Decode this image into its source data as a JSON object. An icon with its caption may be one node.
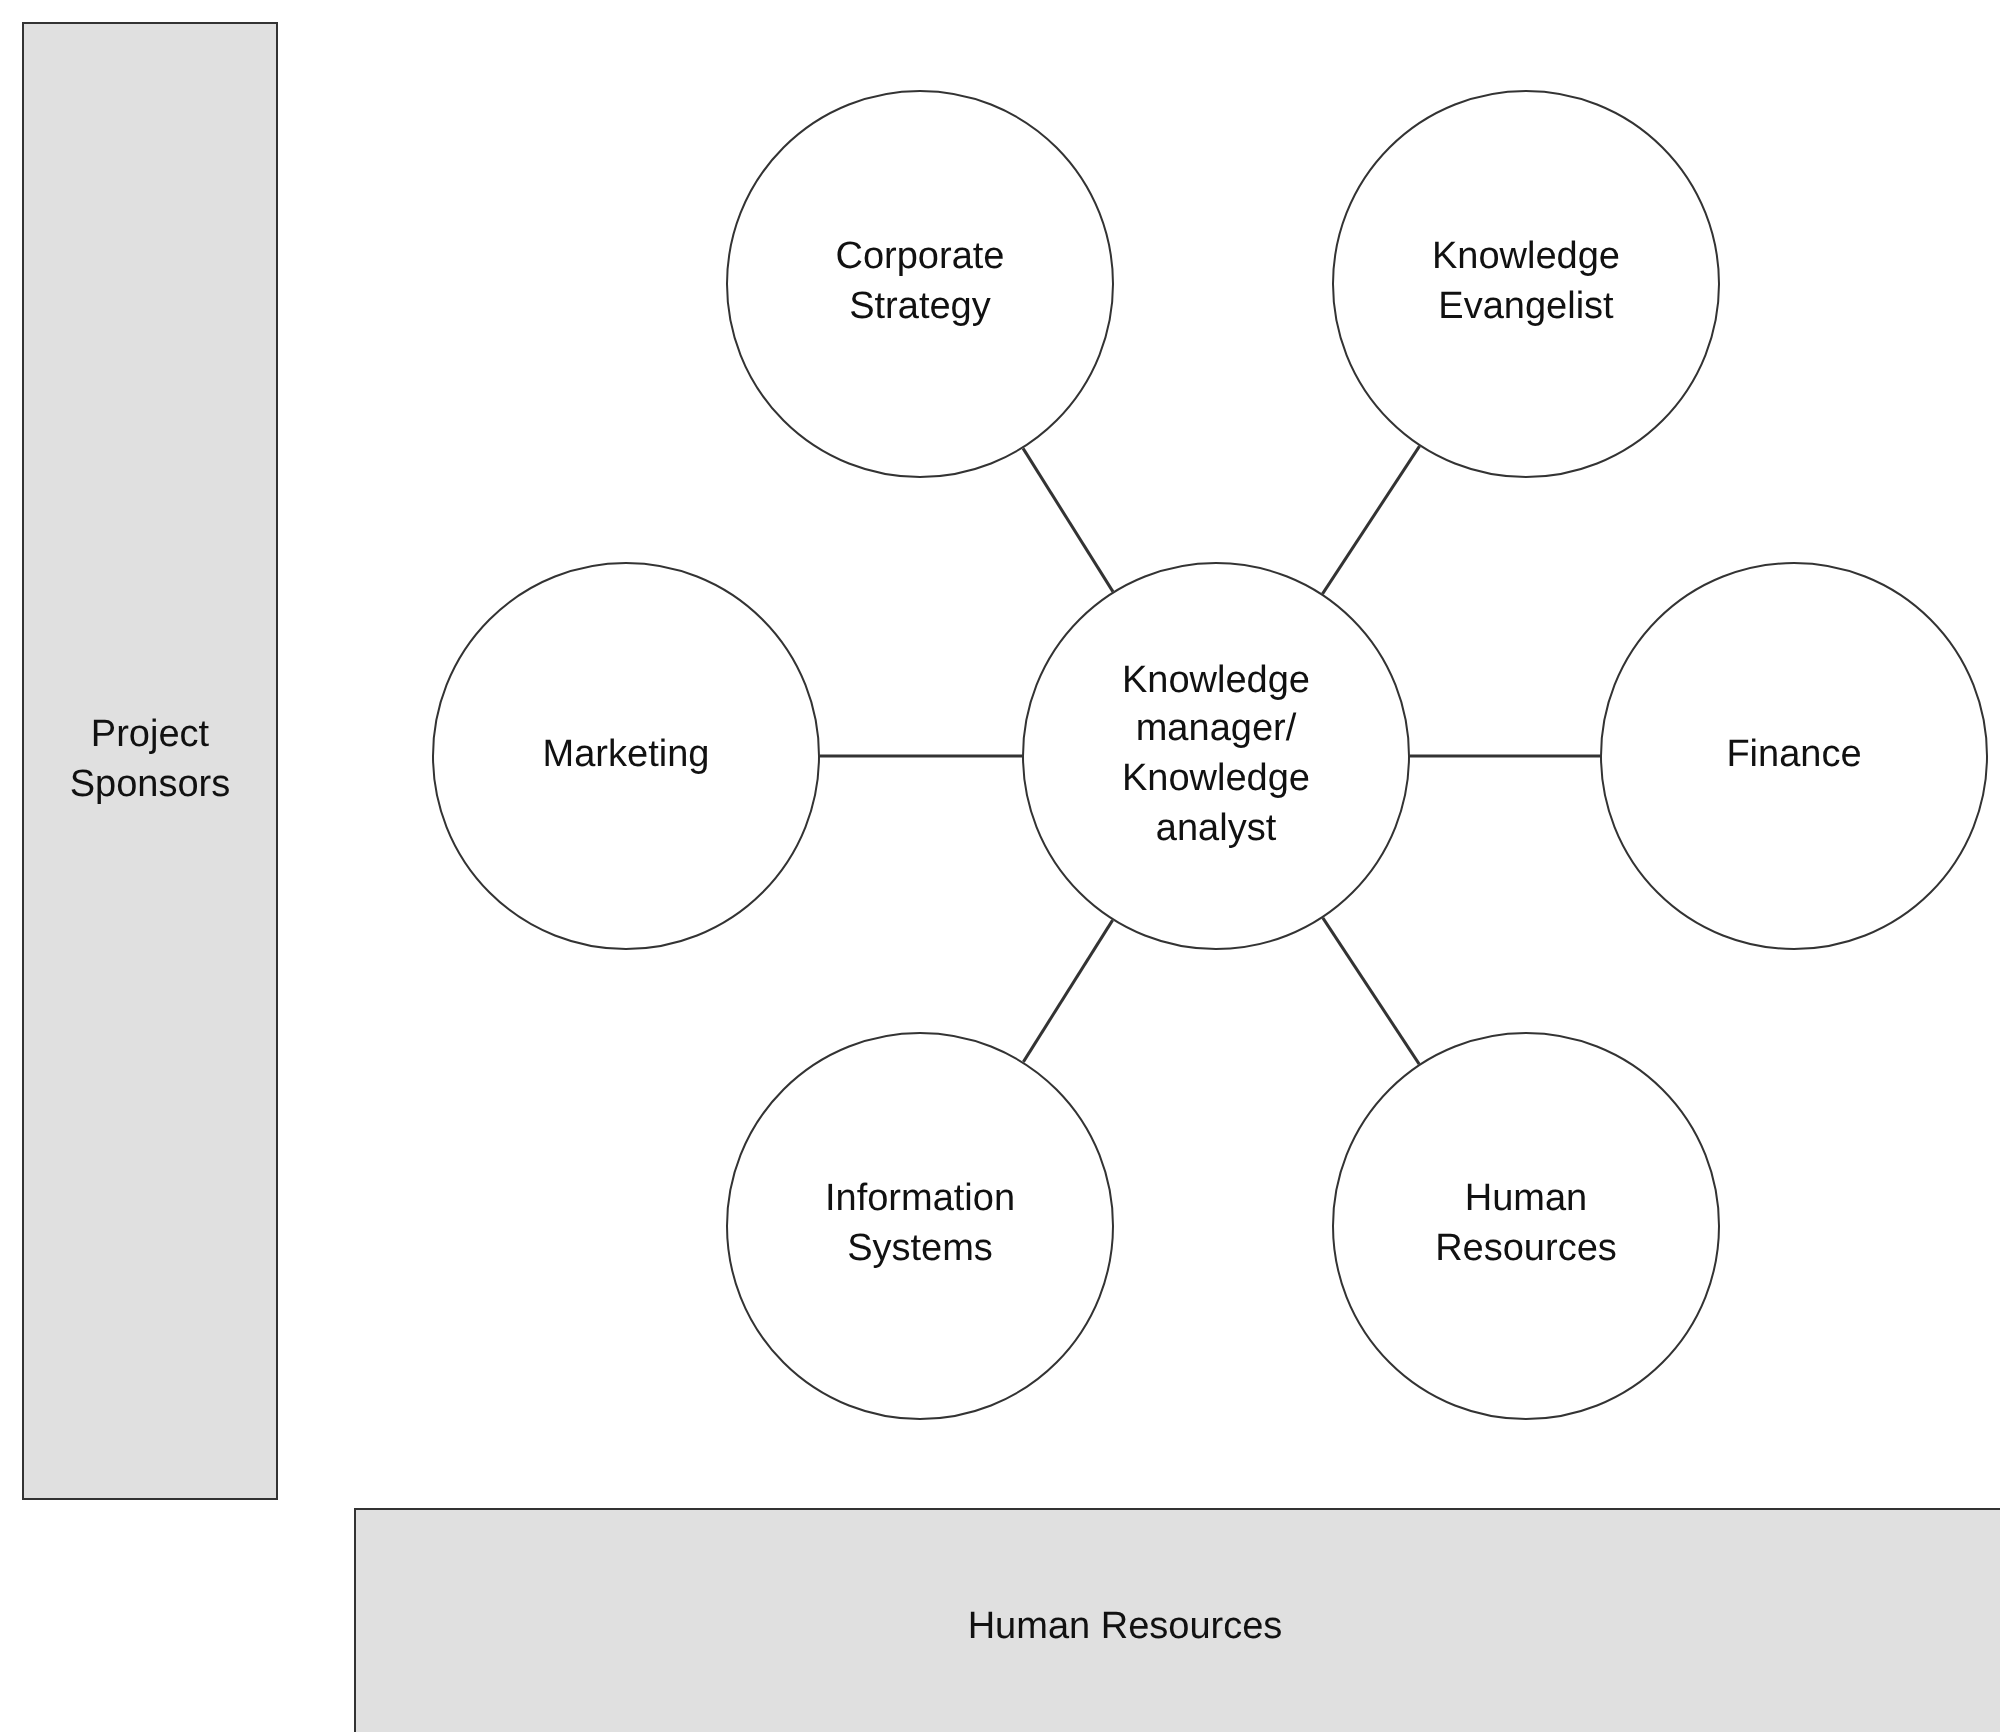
{
  "diagram": {
    "nodes": [
      {
        "text": [
          "Project Sponsors"
        ]
      },
      {
        "text": [
          "Corporate Strategy"
        ]
      },
      {
        "text": [
          "Knowledge Evangelist"
        ]
      },
      {
        "text": [
          "Marketing"
        ]
      },
      {
        "text": [
          "Knowledge manager/ Knowledge analyst"
        ]
      },
      {
        "text": [
          "Finance"
        ]
      },
      {
        "text": [
          "Information Systems"
        ]
      },
      {
        "text": [
          "Human Resources"
        ]
      },
      {
        "text": [
          "Human Resources"
        ]
      }
    ],
    "edges": [
      {
        "from": 4,
        "to": 1,
        "arrow": "none"
      },
      {
        "from": 4,
        "to": 2,
        "arrow": "none"
      },
      {
        "from": 4,
        "to": 3,
        "arrow": "none"
      },
      {
        "from": 4,
        "to": 5,
        "arrow": "none"
      },
      {
        "from": 4,
        "to": 6,
        "arrow": "none"
      },
      {
        "from": 4,
        "to": 7,
        "arrow": "none"
      }
    ]
  }
}
